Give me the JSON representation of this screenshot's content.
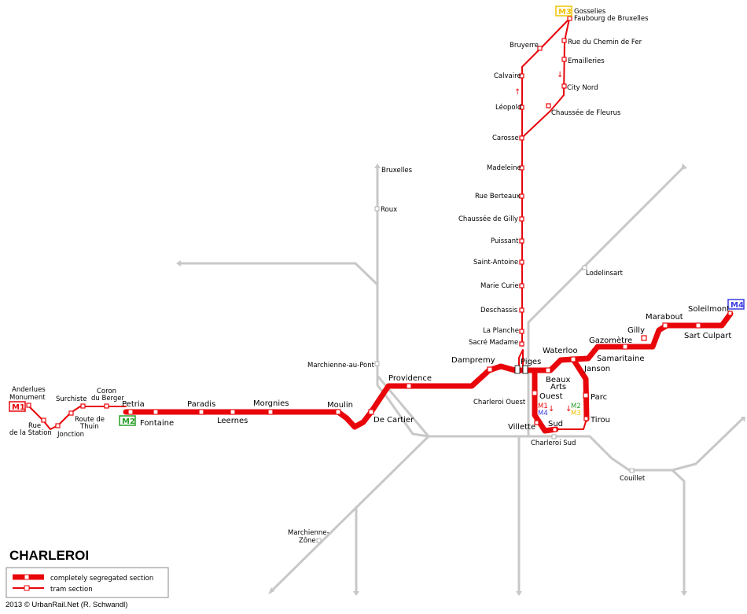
{
  "title": "CHARLEROI",
  "credit": "2013 © UrbanRail.Net (R. Schwandl)",
  "legend": {
    "segregated": "completely segregated section",
    "tram": "tram section"
  },
  "colors": {
    "line": "#e8060b",
    "rail": "#c8c8c8",
    "m1": "#e8060b",
    "m2": "#2aa02a",
    "m3": "#f2c200",
    "m4": "#3a3ae0"
  },
  "badges": {
    "m1": "M1",
    "m2": "M2",
    "m3": "M3",
    "m4": "M4"
  },
  "direction_labels": {
    "m1": "M1",
    "m4": "M4",
    "m2": "M2",
    "m3": "M3"
  },
  "stations": {
    "anderlues_monument": "Anderlues Monument",
    "rue_de_la_station": "Rue de la Station",
    "jonction": "Jonction",
    "surchiste": "Surchiste",
    "route_de_thuin": "Route de Thuin",
    "coron_du_berger": "Coron du Berger",
    "petria": "Petria",
    "fontaine": "Fontaine",
    "paradis": "Paradis",
    "leernes": "Leernes",
    "morgnies": "Morgnies",
    "moulin": "Moulin",
    "de_cartier": "De Cartier",
    "providence": "Providence",
    "dampremy": "Dampremy",
    "piges": "Piges",
    "waterloo": "Waterloo",
    "beaux_arts": "Beaux Arts",
    "ouest": "Ouest",
    "villette": "Villette",
    "sud": "Sud",
    "janson": "Janson",
    "parc": "Parc",
    "tirou": "Tirou",
    "samaritaine": "Samaritaine",
    "gazometre": "Gazomètre",
    "gilly": "Gilly",
    "marabout": "Marabout",
    "soleilmont": "Soleilmont",
    "sart_culpart": "Sart Culpart",
    "sacre_madame": "Sacré Madame",
    "la_planche": "La Planche",
    "deschassis": "Deschassis",
    "marie_curie": "Marie Curie",
    "saint_antoine": "Saint-Antoine",
    "puissant": "Puissant",
    "chaussee_de_gilly": "Chaussée de Gilly",
    "rue_berteaux": "Rue Berteaux",
    "madeleine": "Madeleine",
    "carosse": "Carosse",
    "leopold": "Léopold",
    "calvaire": "Calvaire",
    "bruyerre": "Bruyerre",
    "gosselies": "Gosselies",
    "faubourg_de_bruxelles": "Faubourg de Bruxelles",
    "rue_du_chemin_de_fer": "Rue du Chemin de Fer",
    "emailleries": "Emailleries",
    "city_nord": "City Nord",
    "chaussee_de_fleurus": "Chaussée de Fleurus"
  },
  "rail_stations": {
    "bruxelles": "Bruxelles",
    "roux": "Roux",
    "lodelinsart": "Lodelinsart",
    "marchienne_au_pont": "Marchienne-au-Pont",
    "charleroi_ouest": "Charleroi Ouest",
    "charleroi_sud": "Charleroi Sud",
    "couillet": "Couillet",
    "marchienne_zone": "Marchienne-Zône"
  }
}
